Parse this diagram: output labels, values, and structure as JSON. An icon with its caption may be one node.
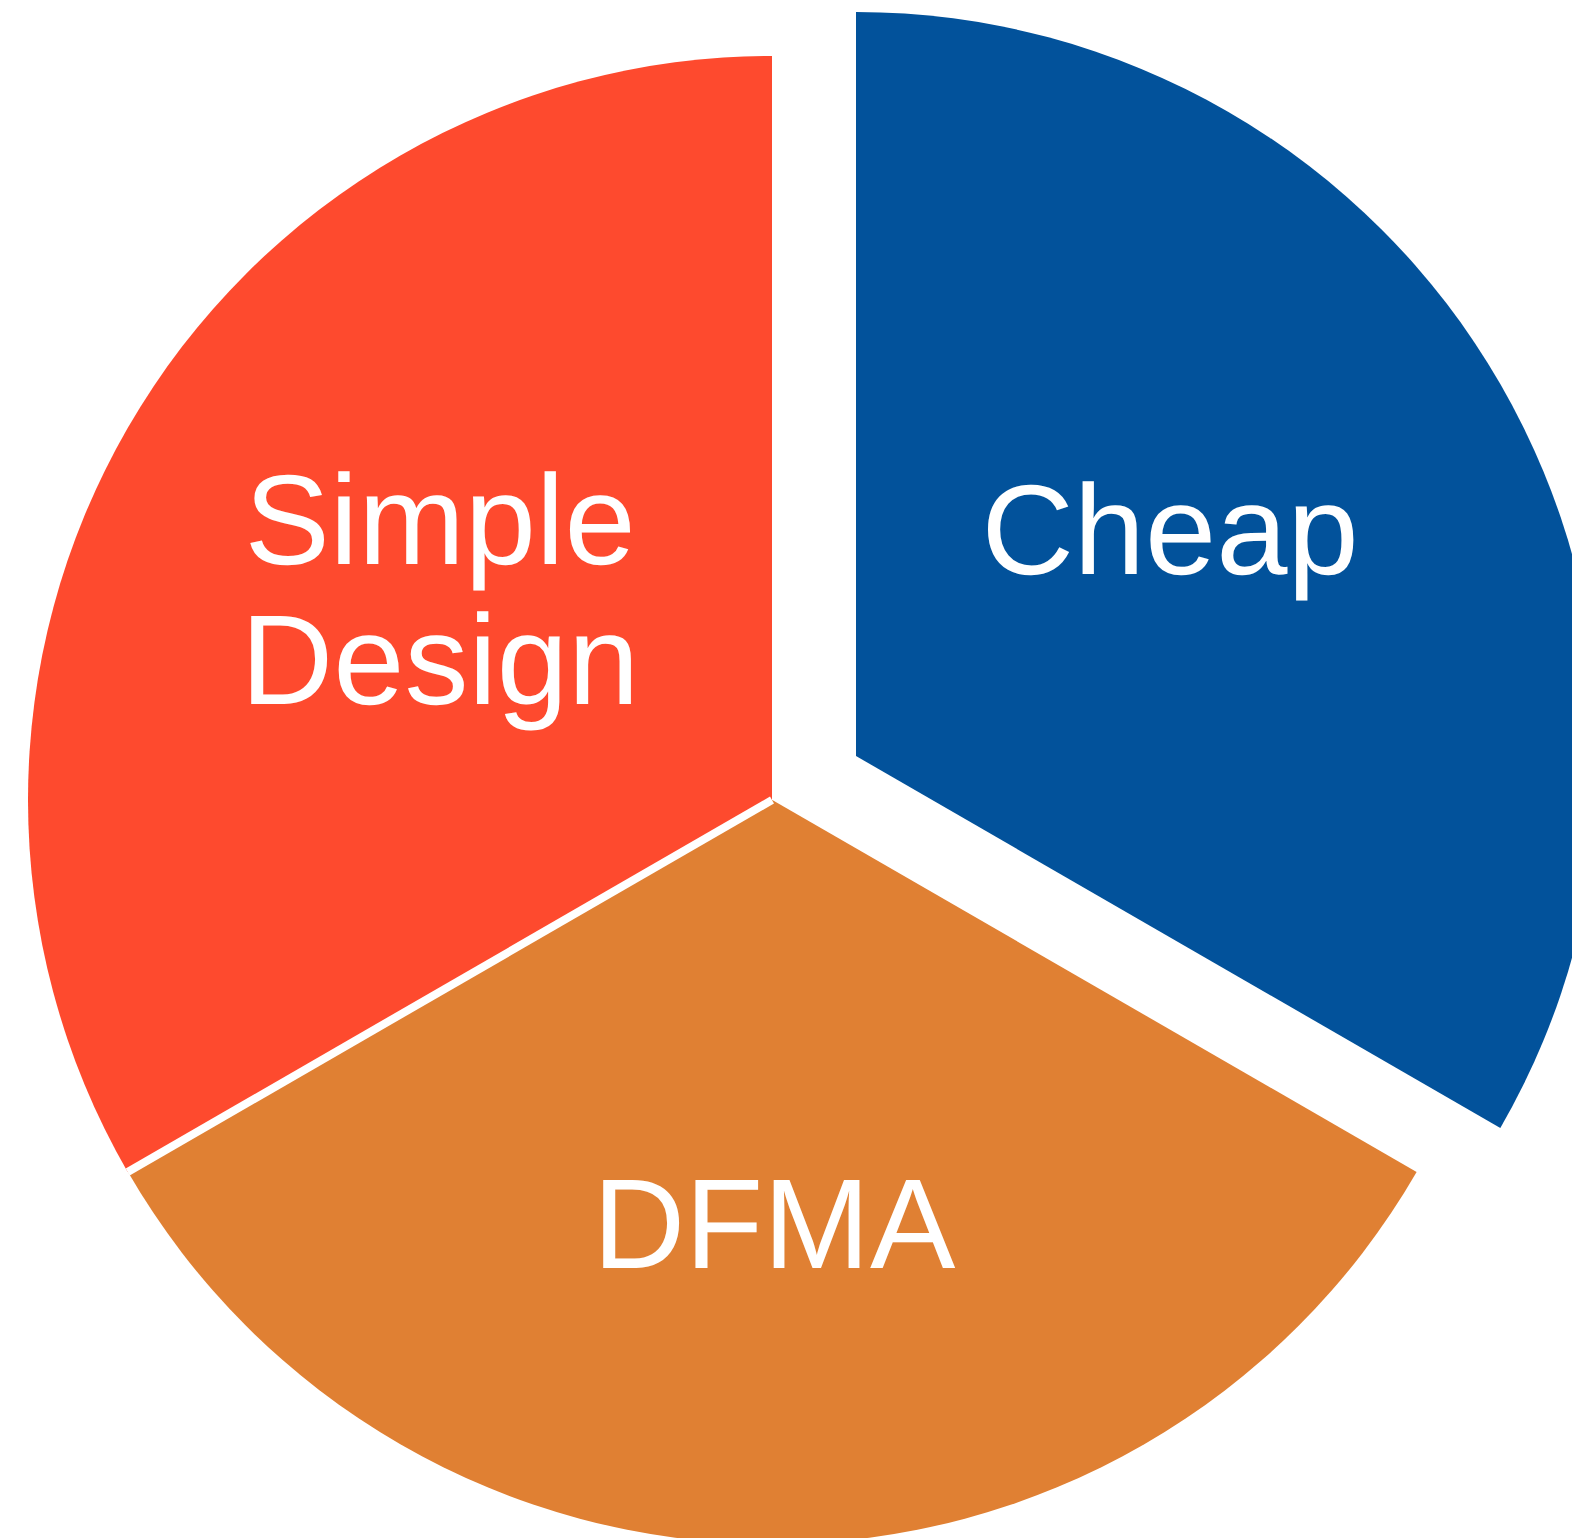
{
  "diagram": {
    "nodes": [
      {
        "text": [
          "Simple Design"
        ]
      },
      {
        "text": [
          "Cheap"
        ]
      },
      {
        "text": [
          "DFMA"
        ]
      }
    ]
  }
}
